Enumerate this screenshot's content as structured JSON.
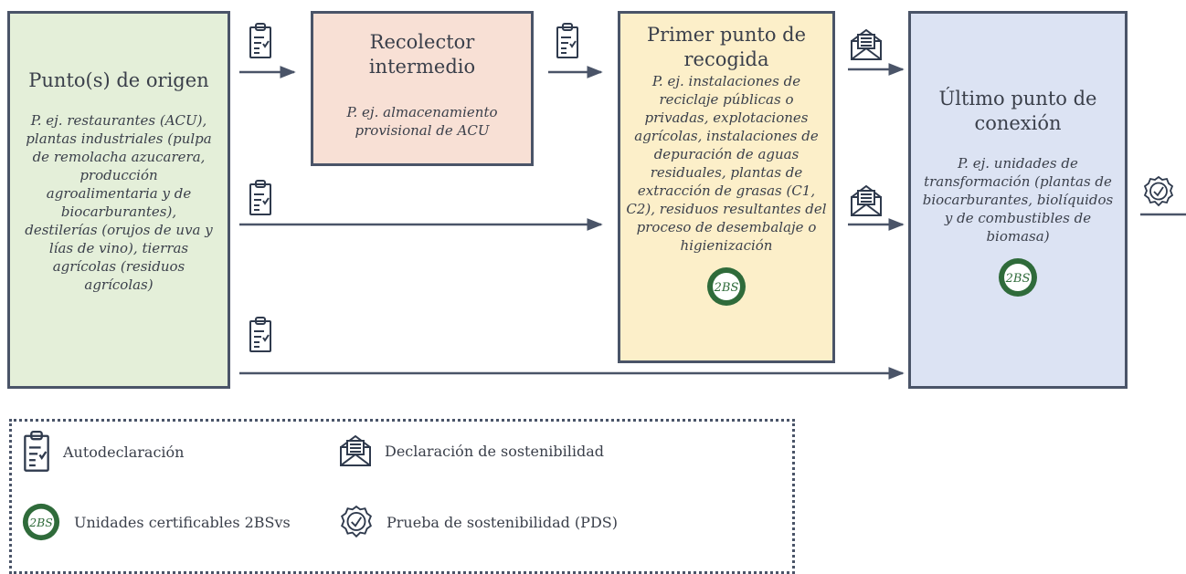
{
  "colors": {
    "border": "#4a5468",
    "origin_bg": "#e4efd9",
    "collector_bg": "#f8e0d5",
    "firstpoint_bg": "#fcefc9",
    "lastpoint_bg": "#dce3f3",
    "seal_green": "#2f6b3a"
  },
  "origin": {
    "title": "Punto(s) de origen",
    "desc": "P. ej. restaurantes (ACU), plantas industriales (pulpa de remolacha azucarera, producción agroalimentaria y de biocarburantes), destilerías (orujos de uva y lías de vino), tierras agrícolas (residuos agrícolas)"
  },
  "collector": {
    "title": "Recolector intermedio",
    "desc": "P. ej. almacenamiento provisional de ACU"
  },
  "firstpoint": {
    "title": "Primer punto de recogida",
    "desc": "P. ej. instalaciones de reciclaje públicas o privadas, explotaciones agrícolas, instalaciones de depuración de aguas residuales, plantas de extracción de grasas (C1, C2), residuos resultantes del proceso de desembalaje o higienización"
  },
  "lastpoint": {
    "title": "Último punto de conexión",
    "desc": "P. ej. unidades de transformación (plantas de biocarburantes, biolíquidos y de combustibles de biomasa)"
  },
  "seal_text": "2BS",
  "legend": {
    "self_declaration": "Autodeclaración",
    "sustainability_declaration": "Declaración de sostenibilidad",
    "certifiable_units": "Unidades certificables 2BSvs",
    "proof_of_sustainability": "Prueba de sostenibilidad (PDS)"
  },
  "icons": {
    "self_declaration": "clipboard-checklist-icon",
    "sustainability_declaration": "envelope-letter-icon",
    "certifiable_units": "2bs-seal-icon",
    "proof_of_sustainability": "check-badge-icon"
  }
}
